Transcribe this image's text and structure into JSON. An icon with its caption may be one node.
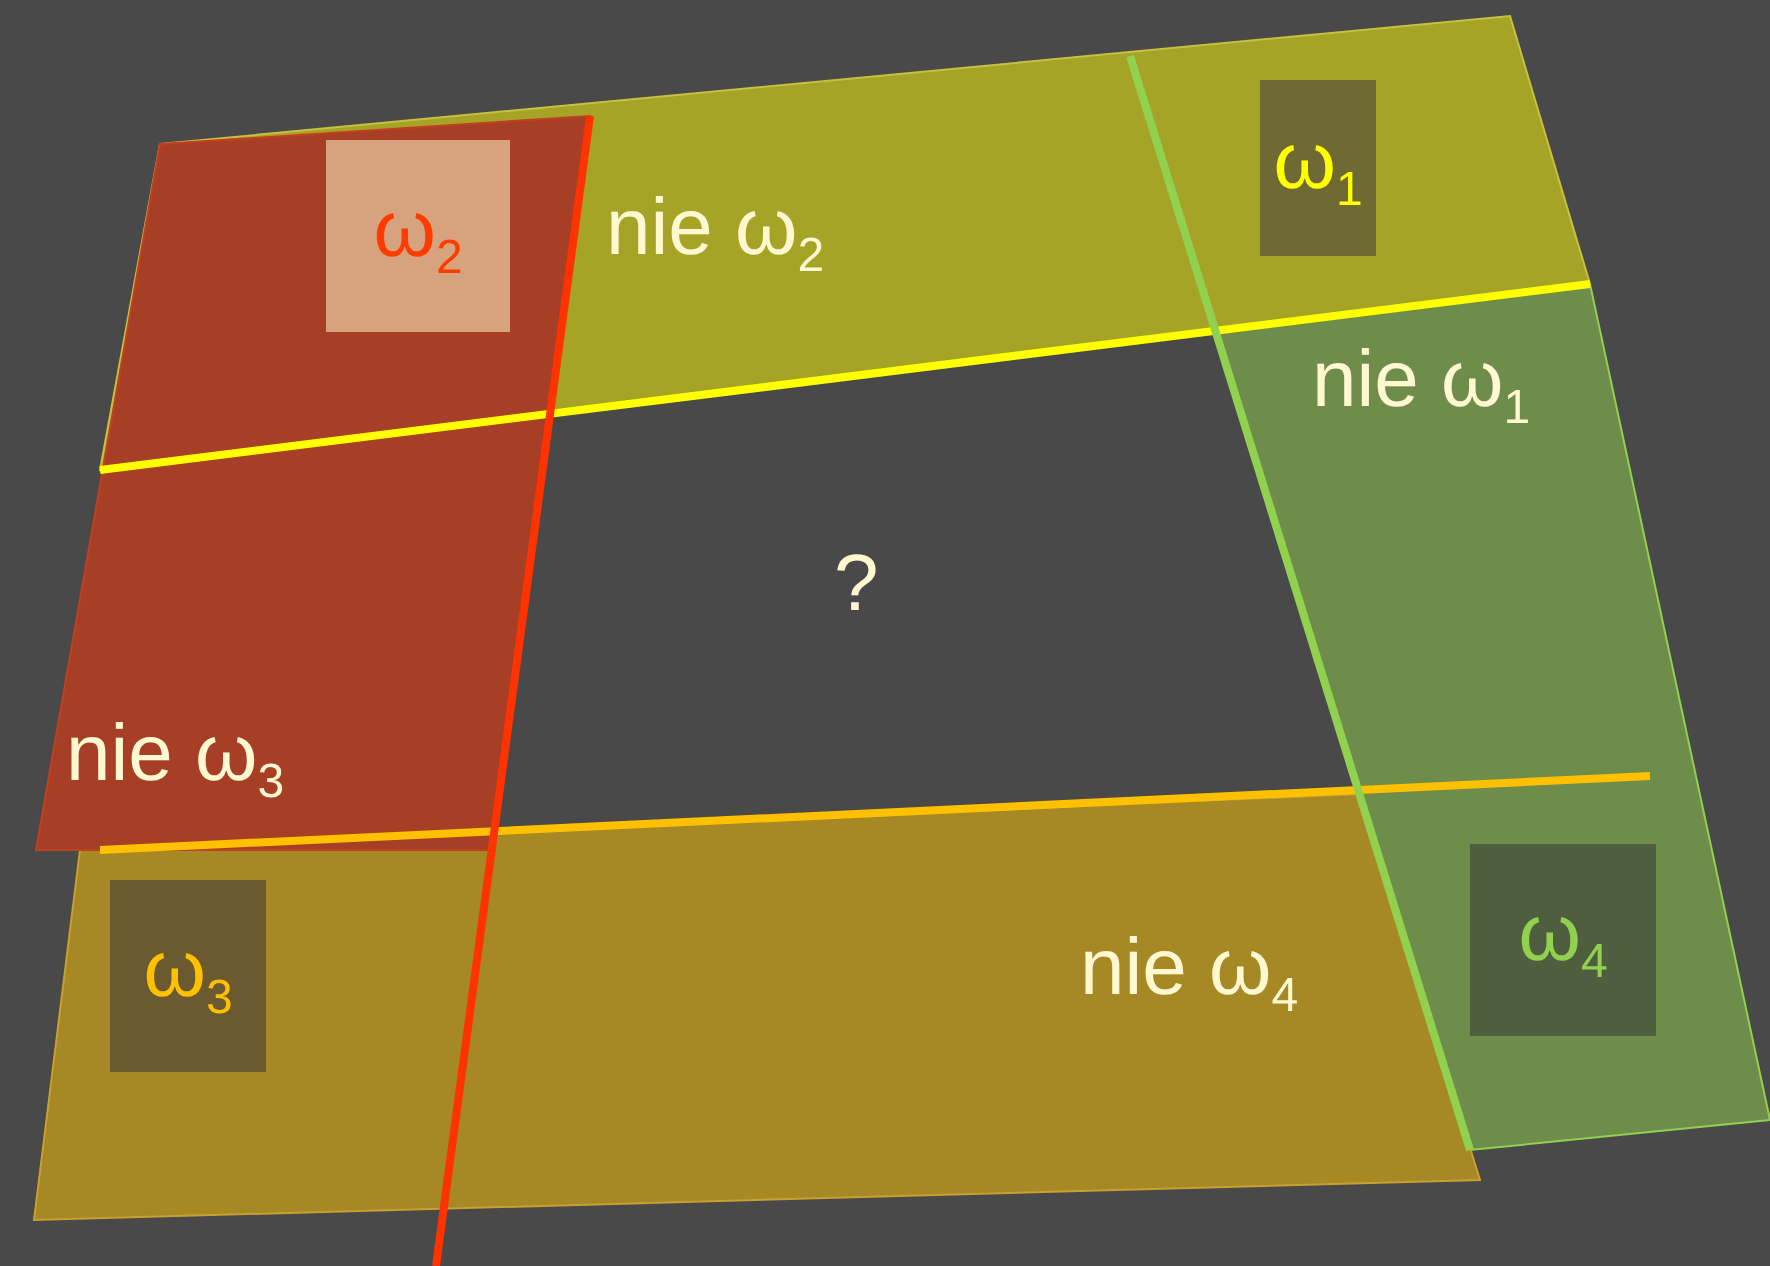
{
  "diagram": {
    "nodes": [
      {
        "text": [
          "ω$_{2}$"
        ]
      },
      {
        "text": [
          "ω$_{1}$"
        ]
      },
      {
        "text": [
          "ω$_{3}$"
        ]
      },
      {
        "text": [
          "ω$_{4}$"
        ]
      }
    ],
    "labels": [
      "nie ω$_{2}$",
      "nie ω$_{1}$",
      "?",
      "nie ω$_{3}$",
      "nie ω$_{4}$"
    ]
  }
}
